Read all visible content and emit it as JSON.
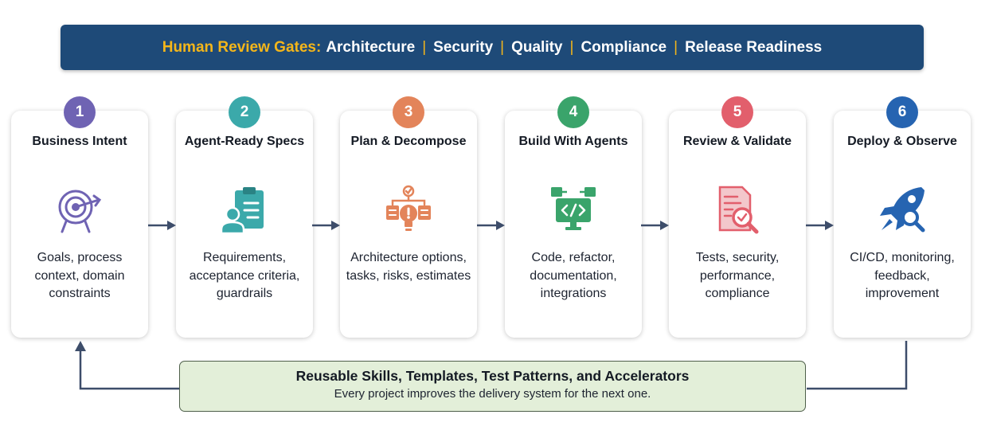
{
  "banner": {
    "lead": "Human Review Gates:",
    "gates": [
      "Architecture",
      "Security",
      "Quality",
      "Compliance",
      "Release Readiness"
    ],
    "separator": "|"
  },
  "steps": [
    {
      "num": "1",
      "title": "Business Intent",
      "desc": "Goals, process context, domain constraints",
      "icon": "target-icon",
      "color": "#6f63b3"
    },
    {
      "num": "2",
      "title": "Agent-Ready Specs",
      "desc": "Requirements, acceptance criteria, guardrails",
      "icon": "clipboard-user-icon",
      "color": "#3ba9aa"
    },
    {
      "num": "3",
      "title": "Plan & Decompose",
      "desc": "Architecture options, tasks, risks, estimates",
      "icon": "lightbulb-plan-icon",
      "color": "#e3845a"
    },
    {
      "num": "4",
      "title": "Build With Agents",
      "desc": "Code, refactor, documentation, integrations",
      "icon": "code-monitor-icon",
      "color": "#3aa46b"
    },
    {
      "num": "5",
      "title": "Review & Validate",
      "desc": "Tests, security, performance, compliance",
      "icon": "document-search-icon",
      "color": "#e25f6c"
    },
    {
      "num": "6",
      "title": "Deploy & Observe",
      "desc": "CI/CD, monitoring, feedback, improvement",
      "icon": "rocket-search-icon",
      "color": "#2664b1"
    }
  ],
  "footer": {
    "title": "Reusable Skills, Templates, Test Patterns, and Accelerators",
    "subtitle": "Every project improves the delivery system for the next one."
  },
  "colors": {
    "banner_bg": "#1e4a78",
    "banner_accent": "#f4b61a",
    "arrow": "#3d4d6a",
    "footer_bg": "#e3efd9"
  }
}
